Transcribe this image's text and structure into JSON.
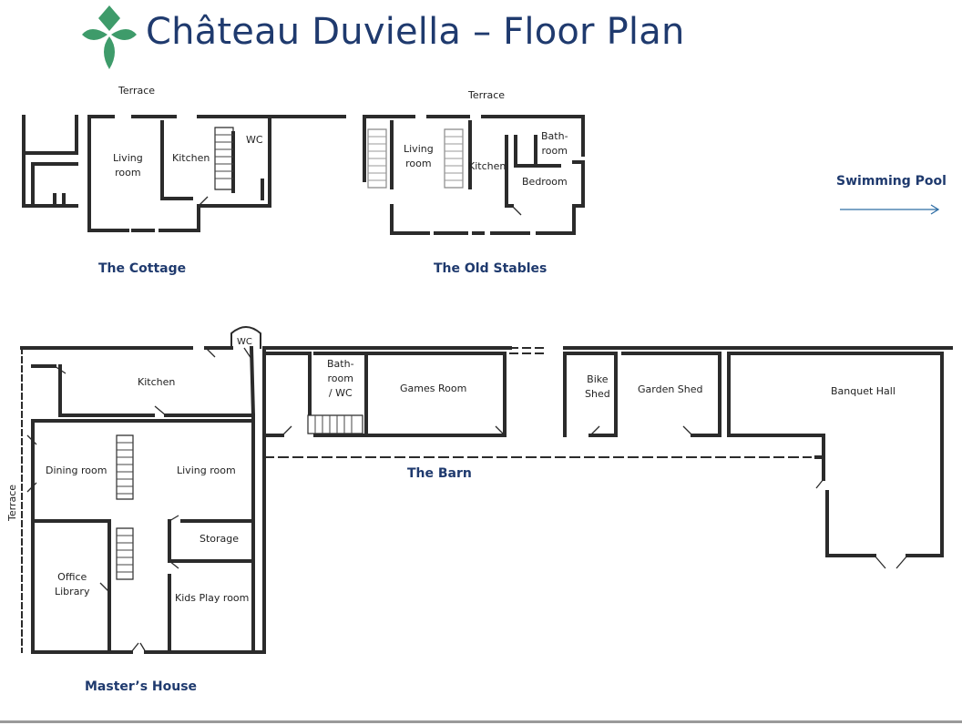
{
  "title": "Château Duviella – Floor Plan",
  "logo": {
    "icon": "leaf-logo-icon",
    "color": "#3e9b6a"
  },
  "colors": {
    "title": "#1f3a6e",
    "wall": "#2b2b2b",
    "arrow": "#2f6ea5"
  },
  "buildings": {
    "cottage": "The Cottage",
    "stables": "The Old Stables",
    "barn": "The Barn",
    "masters_house": "Master’s House"
  },
  "direction": {
    "label": "Swimming Pool",
    "icon": "arrow-right-icon"
  },
  "rooms": {
    "cottage_terrace": "Terrace",
    "cottage_living": "Living\nroom",
    "cottage_kitchen": "Kitchen",
    "cottage_wc": "WC",
    "stables_terrace": "Terrace",
    "stables_living": "Living\nroom",
    "stables_kitchen": "Kitchen",
    "stables_bathroom": "Bath-\nroom",
    "stables_bedroom": "Bedroom",
    "house_wc": "WC",
    "house_kitchen": "Kitchen",
    "house_dining": "Dining room",
    "house_living": "Living room",
    "house_storage": "Storage",
    "house_office": "Office\nLibrary",
    "house_kids": "Kids Play room",
    "house_terrace": "Terrace",
    "barn_bathroom": "Bath-\nroom\n/ WC",
    "barn_games": "Games Room",
    "barn_bike": "Bike\nShed",
    "barn_garden": "Garden Shed",
    "barn_banquet": "Banquet Hall"
  }
}
